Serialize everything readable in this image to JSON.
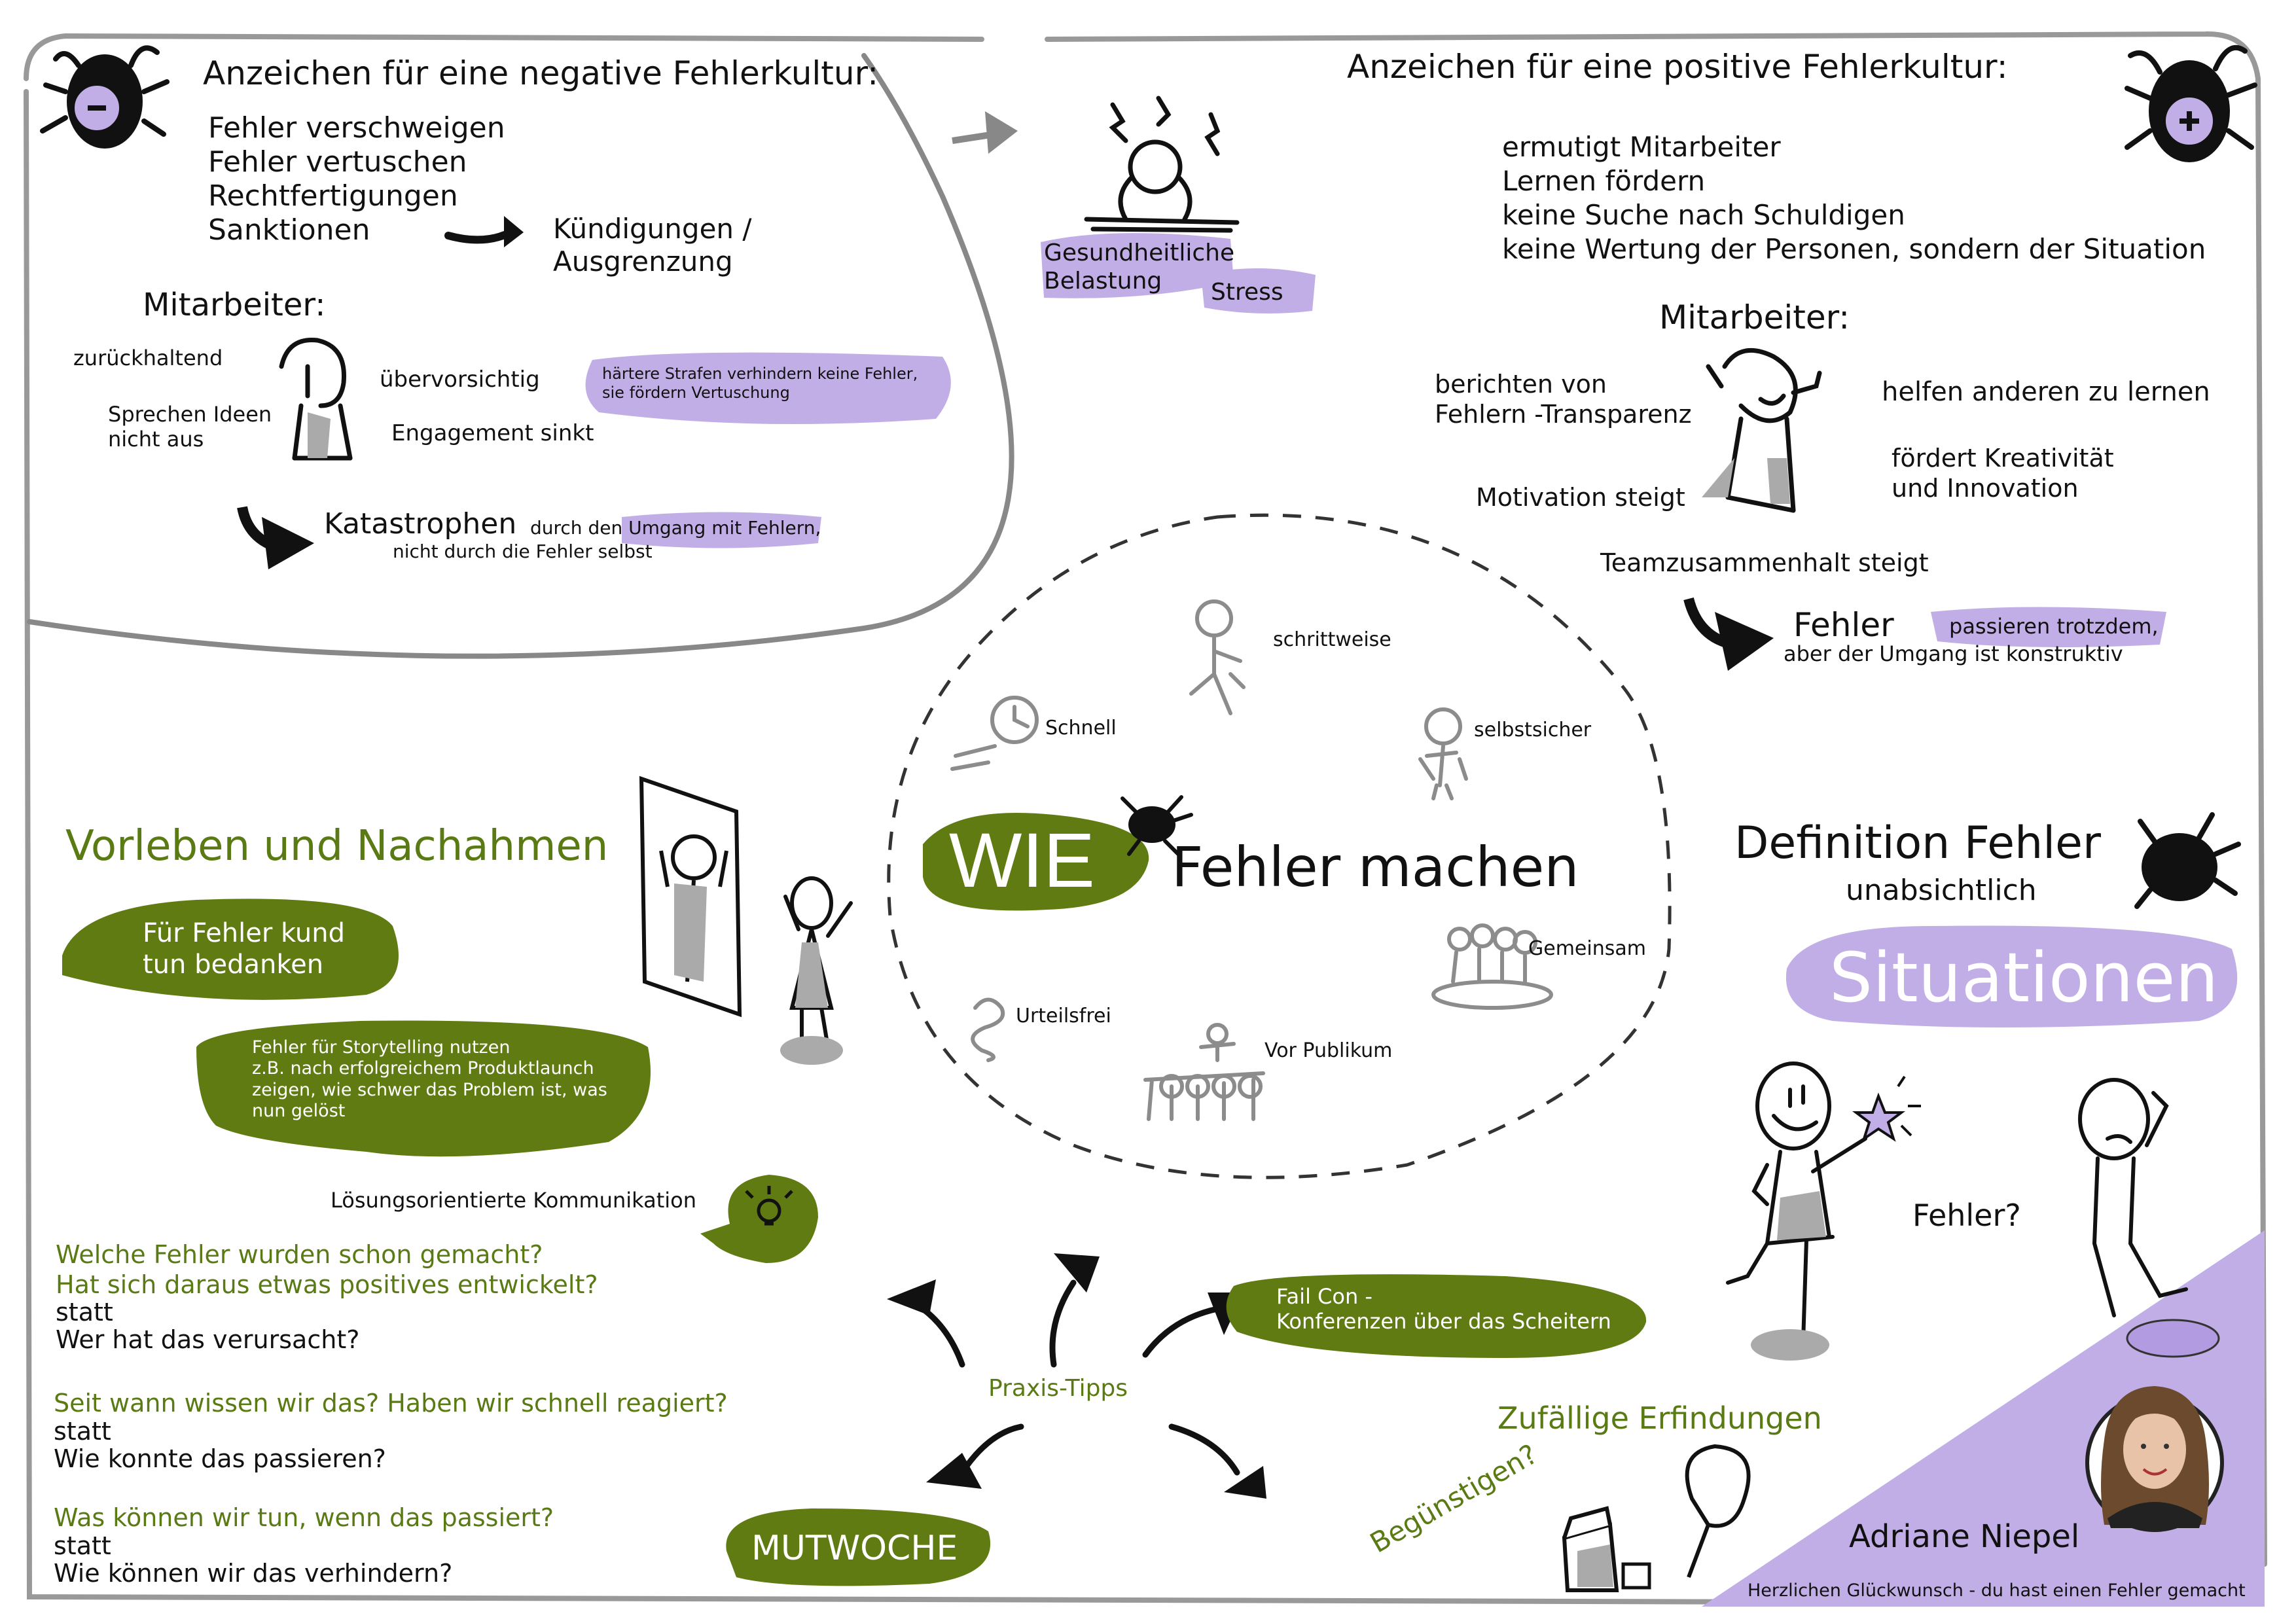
{
  "colors": {
    "green": "#5f7b12",
    "lavender": "#c2aee6",
    "ink": "#111111",
    "grey": "#8c8c8c"
  },
  "icons": [
    "bug-minus-icon",
    "bug-plus-icon",
    "bug-icon",
    "arrow-icon",
    "stressed-person-icon",
    "clock-icon",
    "walking-person-icon",
    "confident-person-icon",
    "group-icon",
    "audience-icon",
    "question-icon",
    "lightbulb-icon",
    "mirror-icon",
    "star-icon",
    "ice-cream-icon",
    "milk-carton-icon"
  ],
  "negative": {
    "title": "Anzeichen für eine negative Fehlerkultur:",
    "items": [
      "Fehler verschweigen",
      "Fehler vertuschen",
      "Rechtfertigungen",
      "Sanktionen"
    ],
    "consequence": "Kündigungen /\nAusgrenzung",
    "mitarbeiter": "Mitarbeiter:",
    "traits": [
      "zurückhaltend",
      "Sprechen Ideen\nnicht aus",
      "übervorsichtig",
      "Engagement sinkt"
    ],
    "bubble": "härtere Strafen verhindern keine Fehler,\nsie fördern Vertuschung",
    "katastrophen": "Katastrophen",
    "katastrophen_rest": "durch den Umgang mit Fehlern,",
    "katastrophen_rest2": "nicht durch die Fehler selbst"
  },
  "stress": {
    "health": "Gesundheitliche\nBelastung",
    "stress": "Stress"
  },
  "positive": {
    "title": "Anzeichen für eine positive Fehlerkultur:",
    "items": [
      "ermutigt Mitarbeiter",
      "Lernen fördern",
      "keine Suche nach Schuldigen",
      "keine Wertung der Personen, sondern der Situation"
    ],
    "mitarbeiter": "Mitarbeiter:",
    "traits": [
      "berichten von\nFehlern -Transparenz",
      "helfen anderen zu lernen",
      "fördert Kreativität\nund Innovation",
      "Motivation steigt",
      "Teamzusammenhalt steigt"
    ],
    "fehler": "Fehler",
    "fehler_rest": "passieren trotzdem,",
    "fehler_rest2": "aber der Umgang ist konstruktiv"
  },
  "center": {
    "wie": "WIE",
    "title": "Fehler machen",
    "labels": [
      "schrittweise",
      "Schnell",
      "selbstsicher",
      "Gemeinsam",
      "Urteilsfrei",
      "Vor Publikum"
    ]
  },
  "vorleben": {
    "title": "Vorleben und Nachahmen",
    "bubble1": "Für Fehler kund\ntun bedanken",
    "bubble2": "Fehler für Storytelling nutzen\nz.B. nach erfolgreichem Produktlaunch\nzeigen, wie schwer das Problem ist, was\nnun gelöst",
    "kommunikation": "Lösungsorientierte Kommunikation"
  },
  "questions": [
    {
      "good": "Welche Fehler wurden schon gemacht?\nHat sich daraus etwas positives entwickelt?",
      "statt": "statt",
      "bad": "Wer hat das verursacht?"
    },
    {
      "good": "Seit wann wissen wir das? Haben wir schnell reagiert?",
      "statt": "statt",
      "bad": "Wie konnte das passieren?"
    },
    {
      "good": "Was können wir tun, wenn das passiert?",
      "statt": "statt",
      "bad": "Wie können wir das verhindern?"
    }
  ],
  "praxis": {
    "label": "Praxis-Tipps",
    "mutwoche": "MUTWOCHE",
    "failcon": "Fail Con -\nKonferenzen über das Scheitern"
  },
  "definition": {
    "title": "Definition Fehler",
    "sub": "unabsichtlich",
    "situationen": "Situationen",
    "question": "Fehler?"
  },
  "inventions": {
    "title": "Zufällige Erfindungen",
    "beguenstigen": "Begünstigen?"
  },
  "author": {
    "name": "Adriane Niepel",
    "footer": "Herzlichen Glückwunsch - du hast einen Fehler gemacht"
  }
}
